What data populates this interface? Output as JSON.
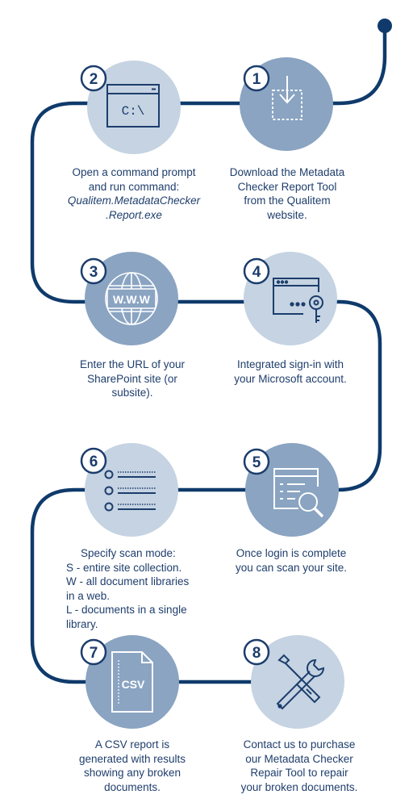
{
  "colors": {
    "line": "#0f3a6b",
    "circle_light": "#c5d3e2",
    "circle_dark": "#8aa4c2",
    "badge_border": "#1c3d6c",
    "icon_stroke": "#1c3d6c",
    "icon_stroke_light": "#ffffff",
    "text": "#1f3e6c"
  },
  "steps": [
    {
      "number": "1",
      "icon": "download-icon",
      "caption": [
        "Download the Metadata",
        "Checker Report Tool",
        "from the Qualitem",
        "website."
      ]
    },
    {
      "number": "2",
      "icon": "command-prompt-icon",
      "icon_text": "C:\\",
      "caption": [
        "Open a command prompt",
        "and run command:"
      ],
      "caption_italic": [
        "Qualitem.MetadataChecker",
        ".Report.exe"
      ]
    },
    {
      "number": "3",
      "icon": "globe-www-icon",
      "icon_text": "W.W.W",
      "caption": [
        "Enter the URL of your",
        "SharePoint site (or",
        "subsite)."
      ]
    },
    {
      "number": "4",
      "icon": "login-key-icon",
      "caption": [
        "Integrated sign-in with",
        "your Microsoft account."
      ]
    },
    {
      "number": "5",
      "icon": "document-search-icon",
      "caption": [
        "Once login is complete",
        "you can scan your site."
      ]
    },
    {
      "number": "6",
      "icon": "options-list-icon",
      "caption": [
        "Specify scan mode:",
        "S - entire site collection.",
        "W - all document libraries",
        "in a web.",
        "L - documents in a single",
        "library."
      ]
    },
    {
      "number": "7",
      "icon": "csv-file-icon",
      "icon_text": "CSV",
      "caption": [
        "A CSV report is",
        "generated with results",
        "showing any broken",
        "documents."
      ]
    },
    {
      "number": "8",
      "icon": "tools-icon",
      "caption": [
        "Contact us to purchase",
        "our Metadata Checker",
        "Repair Tool to repair",
        "your broken documents."
      ]
    }
  ]
}
